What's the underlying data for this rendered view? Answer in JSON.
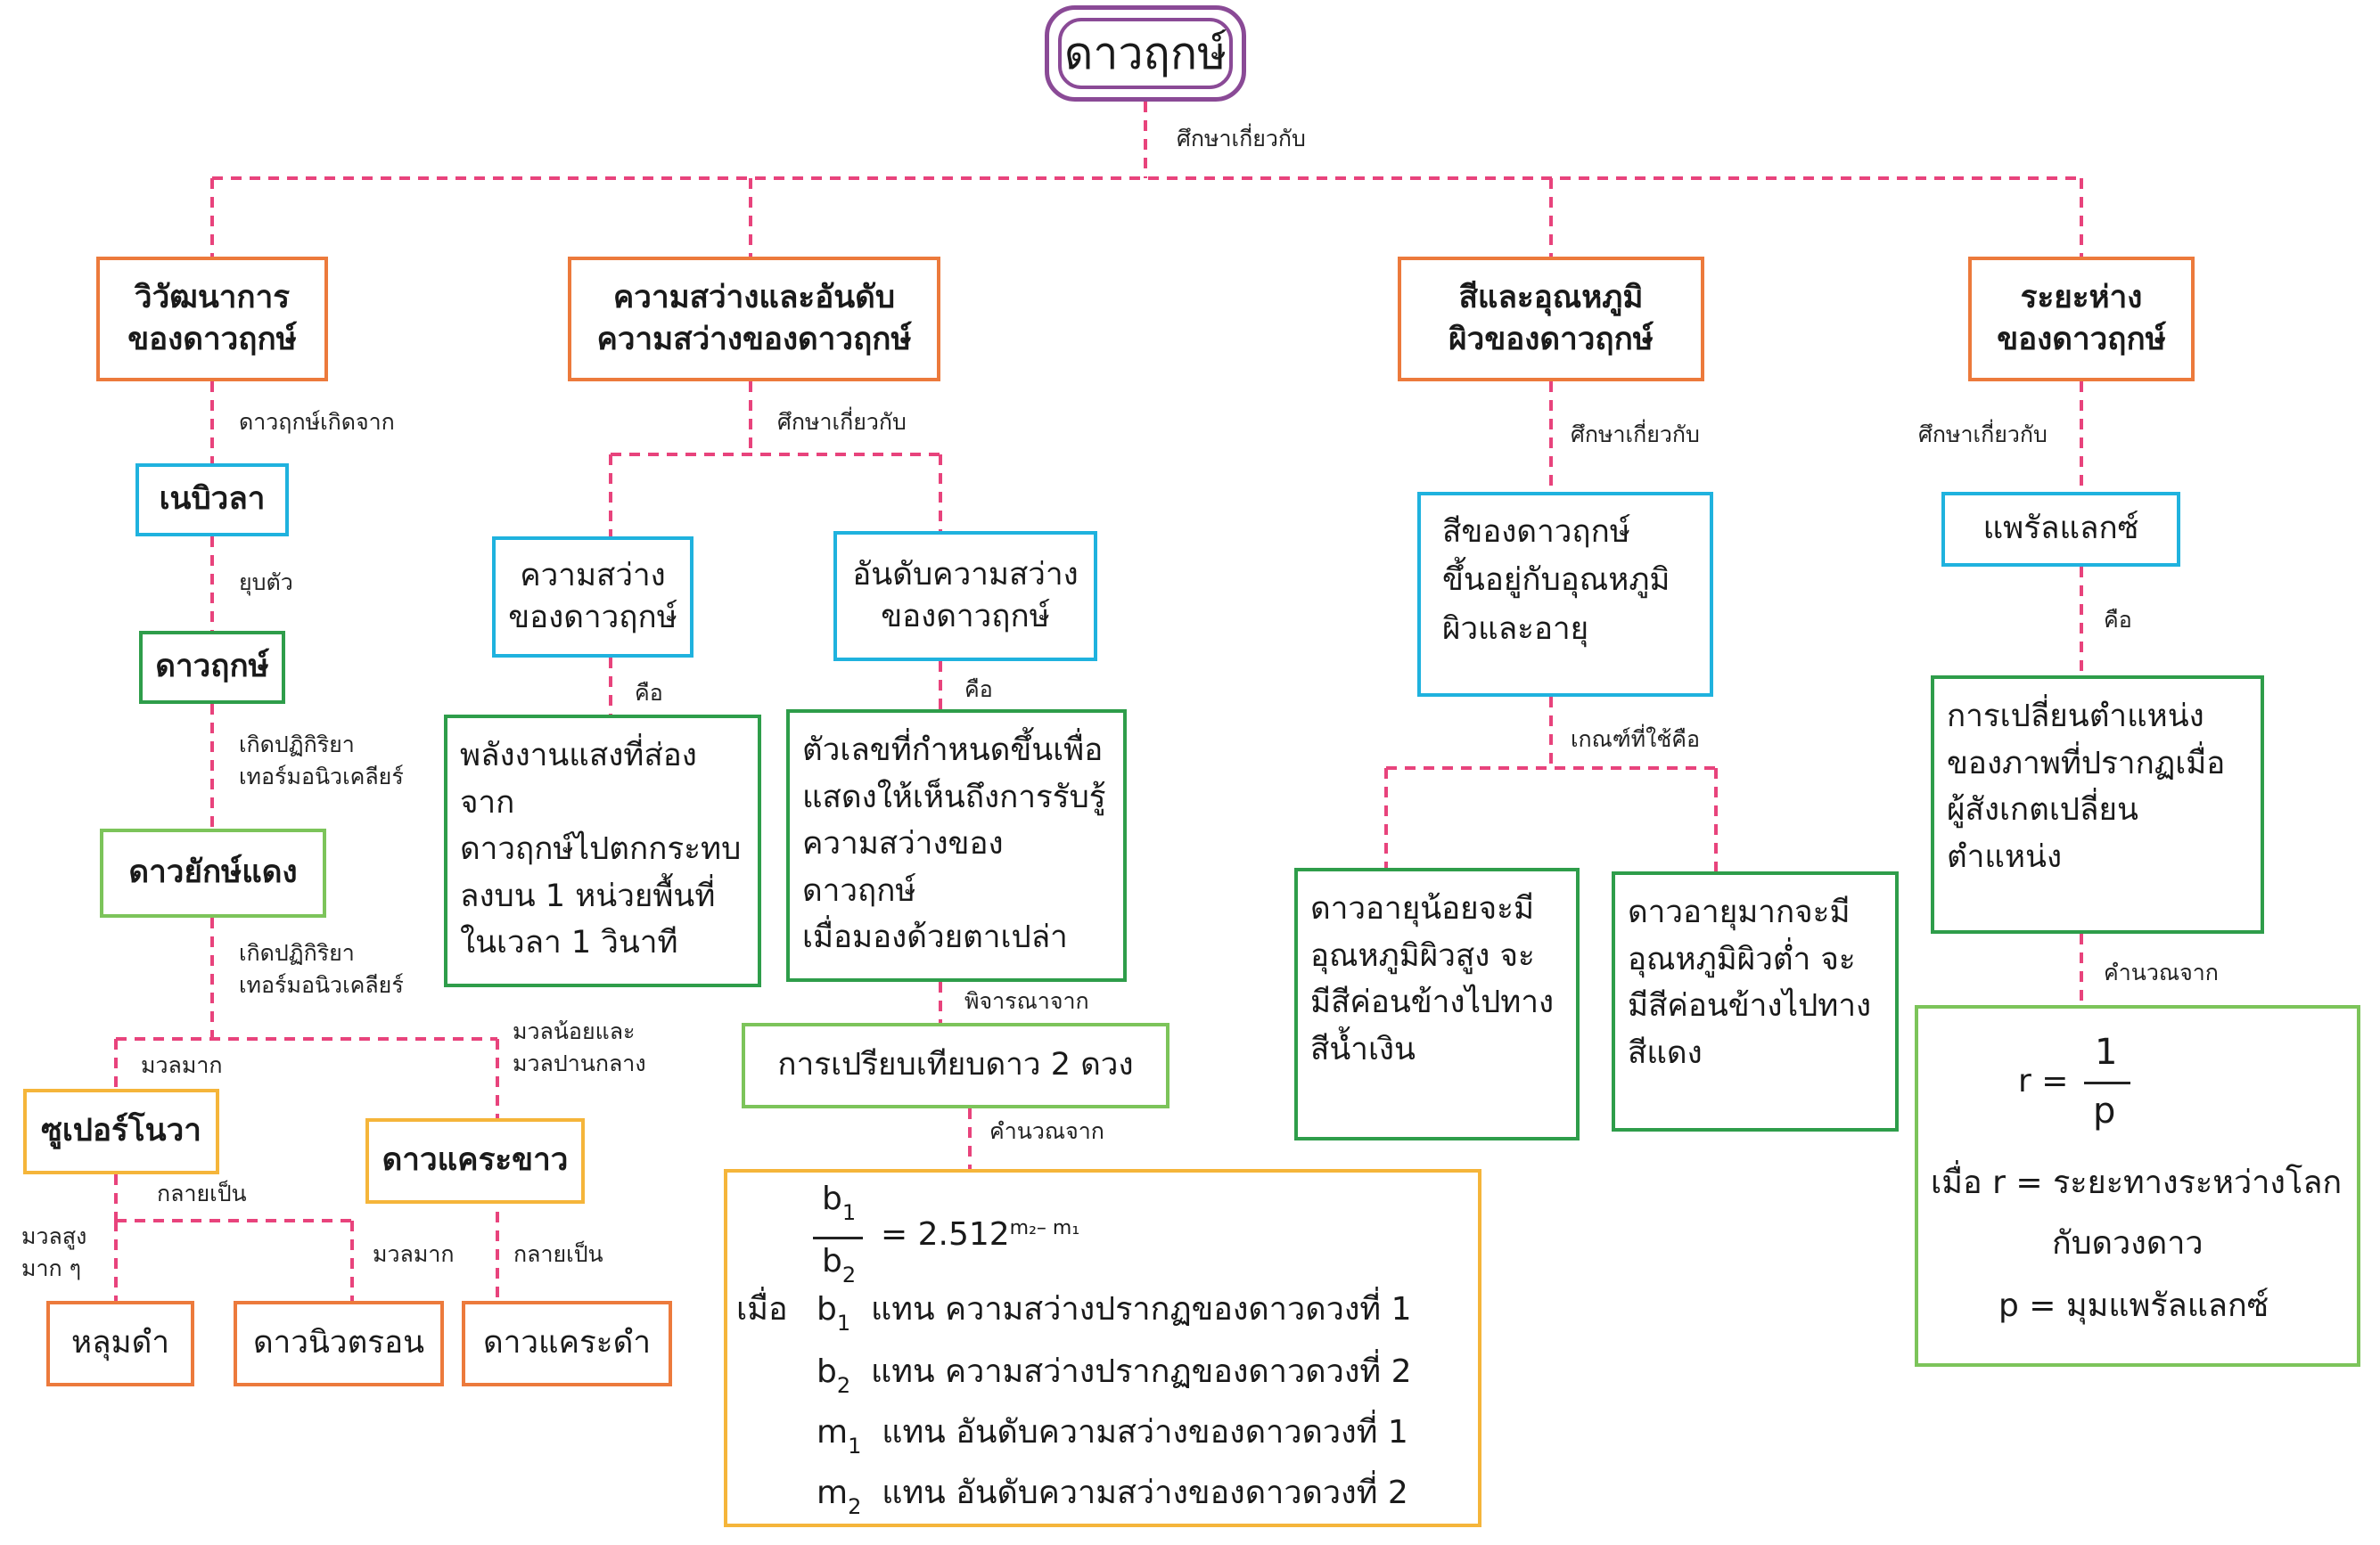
{
  "title": "ดาวฤกษ์",
  "root_link": "ศึกษาเกี่ยวกับ",
  "evolution": {
    "header": [
      "วิวัฒนาการ",
      "ของดาวฤกษ์"
    ],
    "link_formed_from": "ดาวฤกษ์เกิดจาก",
    "nebula": "เนบิวลา",
    "link_collapse": "ยุบตัว",
    "star": "ดาวฤกษ์",
    "link_fusion_1": [
      "เกิดปฏิกิริยา",
      "เทอร์มอนิวเคลียร์"
    ],
    "red_giant": "ดาวยักษ์แดง",
    "link_fusion_2": [
      "เกิดปฏิกิริยา",
      "เทอร์มอนิวเคลียร์"
    ],
    "link_high_mass": "มวลมาก",
    "link_low_mass": [
      "มวลน้อยและ",
      "มวลปานกลาง"
    ],
    "supernova": "ซูเปอร์โนวา",
    "white_dwarf": "ดาวแคระขาว",
    "link_becomes_1": "กลายเป็น",
    "link_very_high_mass": [
      "มวลสูง",
      "มาก ๆ"
    ],
    "link_high_mass_2": "มวลมาก",
    "link_becomes_2": "กลายเป็น",
    "black_hole": "หลุมดำ",
    "neutron_star": "ดาวนิวตรอน",
    "black_dwarf": "ดาวแคระดำ"
  },
  "brightness": {
    "header": [
      "ความสว่างและอันดับ",
      "ความสว่างของดาวฤกษ์"
    ],
    "link_study": "ศึกษาเกี่ยวกับ",
    "brightness_box": [
      "ความสว่าง",
      "ของดาวฤกษ์"
    ],
    "magnitude_box": [
      "อันดับความสว่าง",
      "ของดาวฤกษ์"
    ],
    "link_is_1": "คือ",
    "link_is_2": "คือ",
    "brightness_def": [
      "พลังงานแสงที่ส่องจาก",
      "ดาวฤกษ์ไปตกกระทบ",
      "ลงบน  1  หน่วยพื้นที่",
      "ในเวลา  1  วินาที"
    ],
    "magnitude_def": [
      "ตัวเลขที่กำหนดขึ้นเพื่อ",
      "แสดงให้เห็นถึงการรับรู้",
      "ความสว่างของดาวฤกษ์",
      "เมื่อมองด้วยตาเปล่า"
    ],
    "link_consider": "พิจารณาจาก",
    "compare": "การเปรียบเทียบดาว  2  ดวง",
    "link_calc": "คำนวณจาก",
    "formula": {
      "num": "b",
      "num_sub": "1",
      "den": "b",
      "den_sub": "2",
      "rhs": "=  2.512",
      "exp": "m₂– m₁",
      "when": "เมื่อ",
      "rows": [
        {
          "sym": "b",
          "sub": "1",
          "text": "แทน  ความสว่างปรากฏของดาวดวงที่  1"
        },
        {
          "sym": "b",
          "sub": "2",
          "text": "แทน  ความสว่างปรากฏของดาวดวงที่  2"
        },
        {
          "sym": "m",
          "sub": "1",
          "text": "แทน  อันดับความสว่างของดาวดวงที่  1"
        },
        {
          "sym": "m",
          "sub": "2",
          "text": "แทน  อันดับความสว่างของดาวดวงที่  2"
        }
      ]
    }
  },
  "color": {
    "header": [
      "สีและอุณหภูมิ",
      "ผิวของดาวฤกษ์"
    ],
    "link_study": "ศึกษาเกี่ยวกับ",
    "depends": [
      "สีของดาวฤกษ์",
      "ขึ้นอยู่กับอุณหภูมิ",
      "ผิวและอายุ"
    ],
    "link_criteria": "เกณฑ์ที่ใช้คือ",
    "young": [
      "ดาวอายุน้อยจะมี",
      "อุณหภูมิผิวสูง  จะ",
      "มีสีค่อนข้างไปทาง",
      "สีน้ำเงิน"
    ],
    "old": [
      "ดาวอายุมากจะมี",
      "อุณหภูมิผิวต่ำ  จะ",
      "มีสีค่อนข้างไปทาง",
      "สีแดง"
    ]
  },
  "distance": {
    "header": [
      "ระยะห่าง",
      "ของดาวฤกษ์"
    ],
    "link_study": "ศึกษาเกี่ยวกับ",
    "parallax": "แพรัลแลกซ์",
    "link_is": "คือ",
    "definition": [
      "การเปลี่ยนตำแหน่ง",
      "ของภาพที่ปรากฏเมื่อ",
      "ผู้สังเกตเปลี่ยน",
      "ตำแหน่ง"
    ],
    "link_calc": "คำนวณจาก",
    "formula": {
      "lhs": "r  =",
      "num": "1",
      "den": "p",
      "line1": "เมื่อ  r  =  ระยะทางระหว่างโลก",
      "line2": "กับดวงดาว",
      "line3": "p  =  มุมแพรัลแลกซ์"
    }
  }
}
